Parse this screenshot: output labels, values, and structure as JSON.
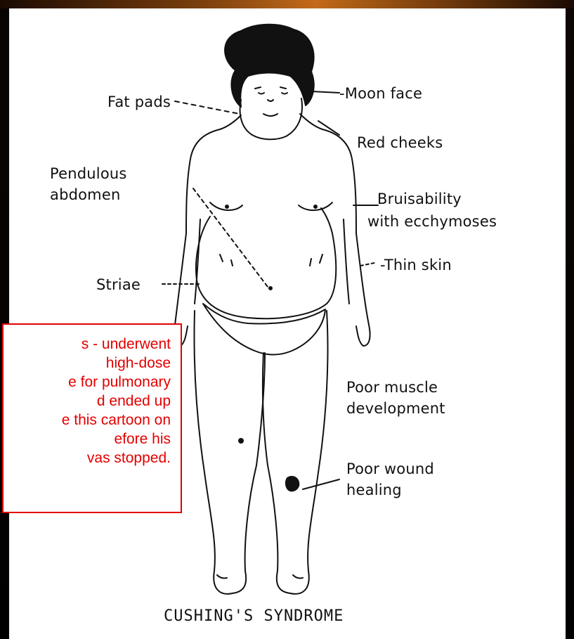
{
  "figure": {
    "title": "CUSHING'S SYNDROME",
    "labels": {
      "fat_pads": "Fat pads",
      "moon_face": "-Moon  face",
      "red_cheeks": "Red cheeks",
      "pendulous_1": "Pendulous",
      "pendulous_2": "abdomen",
      "bruise_1": "Bruisability",
      "bruise_2": "with ecchymoses",
      "thin_skin": "-Thin skin",
      "striae": "Striae",
      "muscle_1": "Poor muscle",
      "muscle_2": "development",
      "wound_1": "Poor wound",
      "wound_2": "healing"
    }
  },
  "note": {
    "lines": [
      "s - underwent",
      "high-dose",
      "e for pulmonary",
      "d ended up",
      "e this cartoon on",
      "efore his",
      "vas stopped."
    ]
  },
  "colors": {
    "note_red": "#e30000",
    "background_orange": "#c26a1a"
  }
}
